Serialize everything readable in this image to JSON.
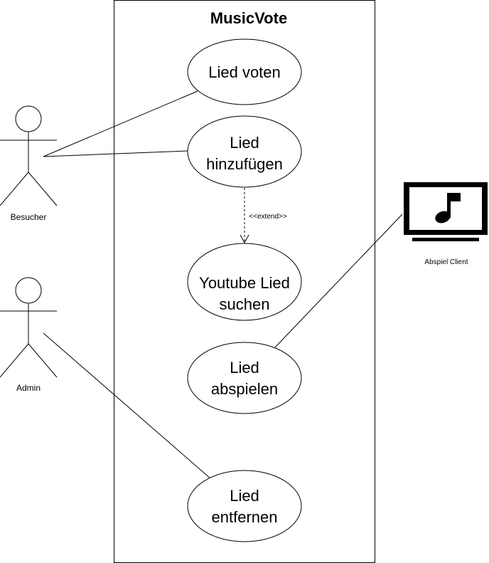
{
  "system": {
    "title": "MusicVote"
  },
  "actors": {
    "besucher": "Besucher",
    "admin": "Admin",
    "abspiel_client": "Abspiel Client"
  },
  "use_cases": {
    "lied_voten": [
      "Lied voten"
    ],
    "lied_hinzufuegen": [
      "Lied",
      "hinzufügen"
    ],
    "youtube_lied_suchen": [
      "Youtube Lied",
      "suchen"
    ],
    "lied_abspielen": [
      "Lied",
      "abspielen"
    ],
    "lied_entfernen": [
      "Lied",
      "entfernen"
    ]
  },
  "relations": {
    "extend_label": "<<extend>>"
  },
  "icons": {
    "abspiel_client": "monitor-music-note-icon"
  }
}
